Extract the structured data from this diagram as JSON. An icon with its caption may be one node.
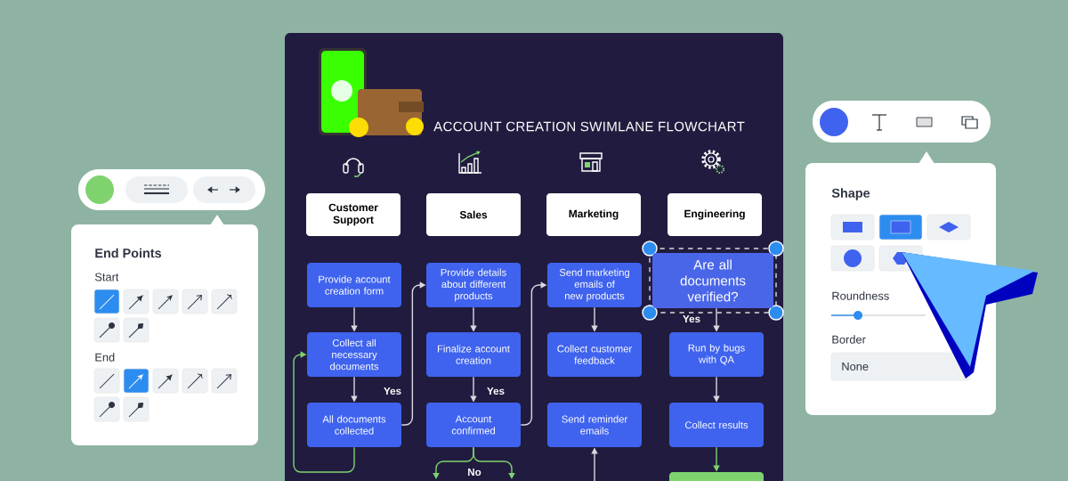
{
  "diagram": {
    "title": "ACCOUNT CREATION SWIMLANE FLOWCHART",
    "nodes": [
      {
        "text": [
          "Customer Support"
        ]
      },
      {
        "text": [
          "Sales"
        ]
      },
      {
        "text": [
          "Marketing"
        ]
      },
      {
        "text": [
          "Engineering"
        ]
      },
      {
        "text": [
          "Provide account creation form"
        ]
      },
      {
        "text": [
          "Collect all necessary documents"
        ]
      },
      {
        "text": [
          "All documents collected"
        ]
      },
      {
        "text": [
          "Provide details about different products"
        ]
      },
      {
        "text": [
          "Finalize account creation"
        ]
      },
      {
        "text": [
          "Account confirmed"
        ]
      },
      {
        "text": [
          "Send marketing emails of new products"
        ]
      },
      {
        "text": [
          "Collect customer feedback"
        ]
      },
      {
        "text": [
          "Send reminder emails"
        ]
      },
      {
        "text": [
          "Are all documents verified?"
        ]
      },
      {
        "text": [
          "Run by bugs with QA"
        ]
      },
      {
        "text": [
          "Collect results"
        ]
      },
      {
        "text": [],
        "shape": "box"
      }
    ],
    "edges": [
      {
        "from": 4,
        "to": 5,
        "arrow": "to"
      },
      {
        "from": 5,
        "to": 6,
        "arrow": "to",
        "label": "Yes"
      },
      {
        "from": 6,
        "to": 7,
        "arrow": "to"
      },
      {
        "from": 6,
        "to": 5,
        "arrow": "to",
        "color": "#7ed36f"
      },
      {
        "from": 7,
        "to": 8,
        "arrow": "to"
      },
      {
        "from": 8,
        "to": 9,
        "arrow": "to",
        "label": "Yes"
      },
      {
        "from": 9,
        "to": 10,
        "arrow": "to"
      },
      {
        "from": 9,
        "to": null,
        "arrow": "to",
        "label": "No",
        "color": "#7ed36f"
      },
      {
        "from": 9,
        "to": null,
        "arrow": "to",
        "color": "#7ed36f"
      },
      {
        "from": 10,
        "to": 11,
        "arrow": "to"
      },
      {
        "from": null,
        "to": 12,
        "arrow": "to"
      },
      {
        "from": 13,
        "to": 14,
        "arrow": "to",
        "label": "Yes"
      },
      {
        "from": 14,
        "to": 15,
        "arrow": "to"
      },
      {
        "from": 15,
        "to": 16,
        "arrow": "to",
        "color": "#7ed36f"
      }
    ],
    "labels": [
      "End Points",
      "Start",
      "End",
      "Shape",
      "Roundness",
      "Border",
      "None"
    ]
  }
}
